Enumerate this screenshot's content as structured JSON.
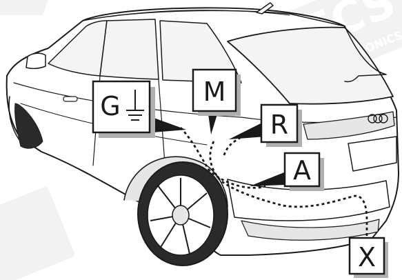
{
  "diagram": {
    "labels": {
      "g": "G",
      "m": "M",
      "r": "R",
      "a": "A",
      "x": "X"
    },
    "watermark": {
      "brand": "ECS",
      "word": "ELECTRONICS"
    },
    "colors": {
      "outline": "#1a1a1a",
      "body": "#ffffff",
      "shade": "#e6e6e6",
      "window": "#f4f4f4",
      "tire": "#2a2a2a",
      "watermark": "#d9d9d9",
      "label_shadow": "#b0b0b0"
    }
  }
}
